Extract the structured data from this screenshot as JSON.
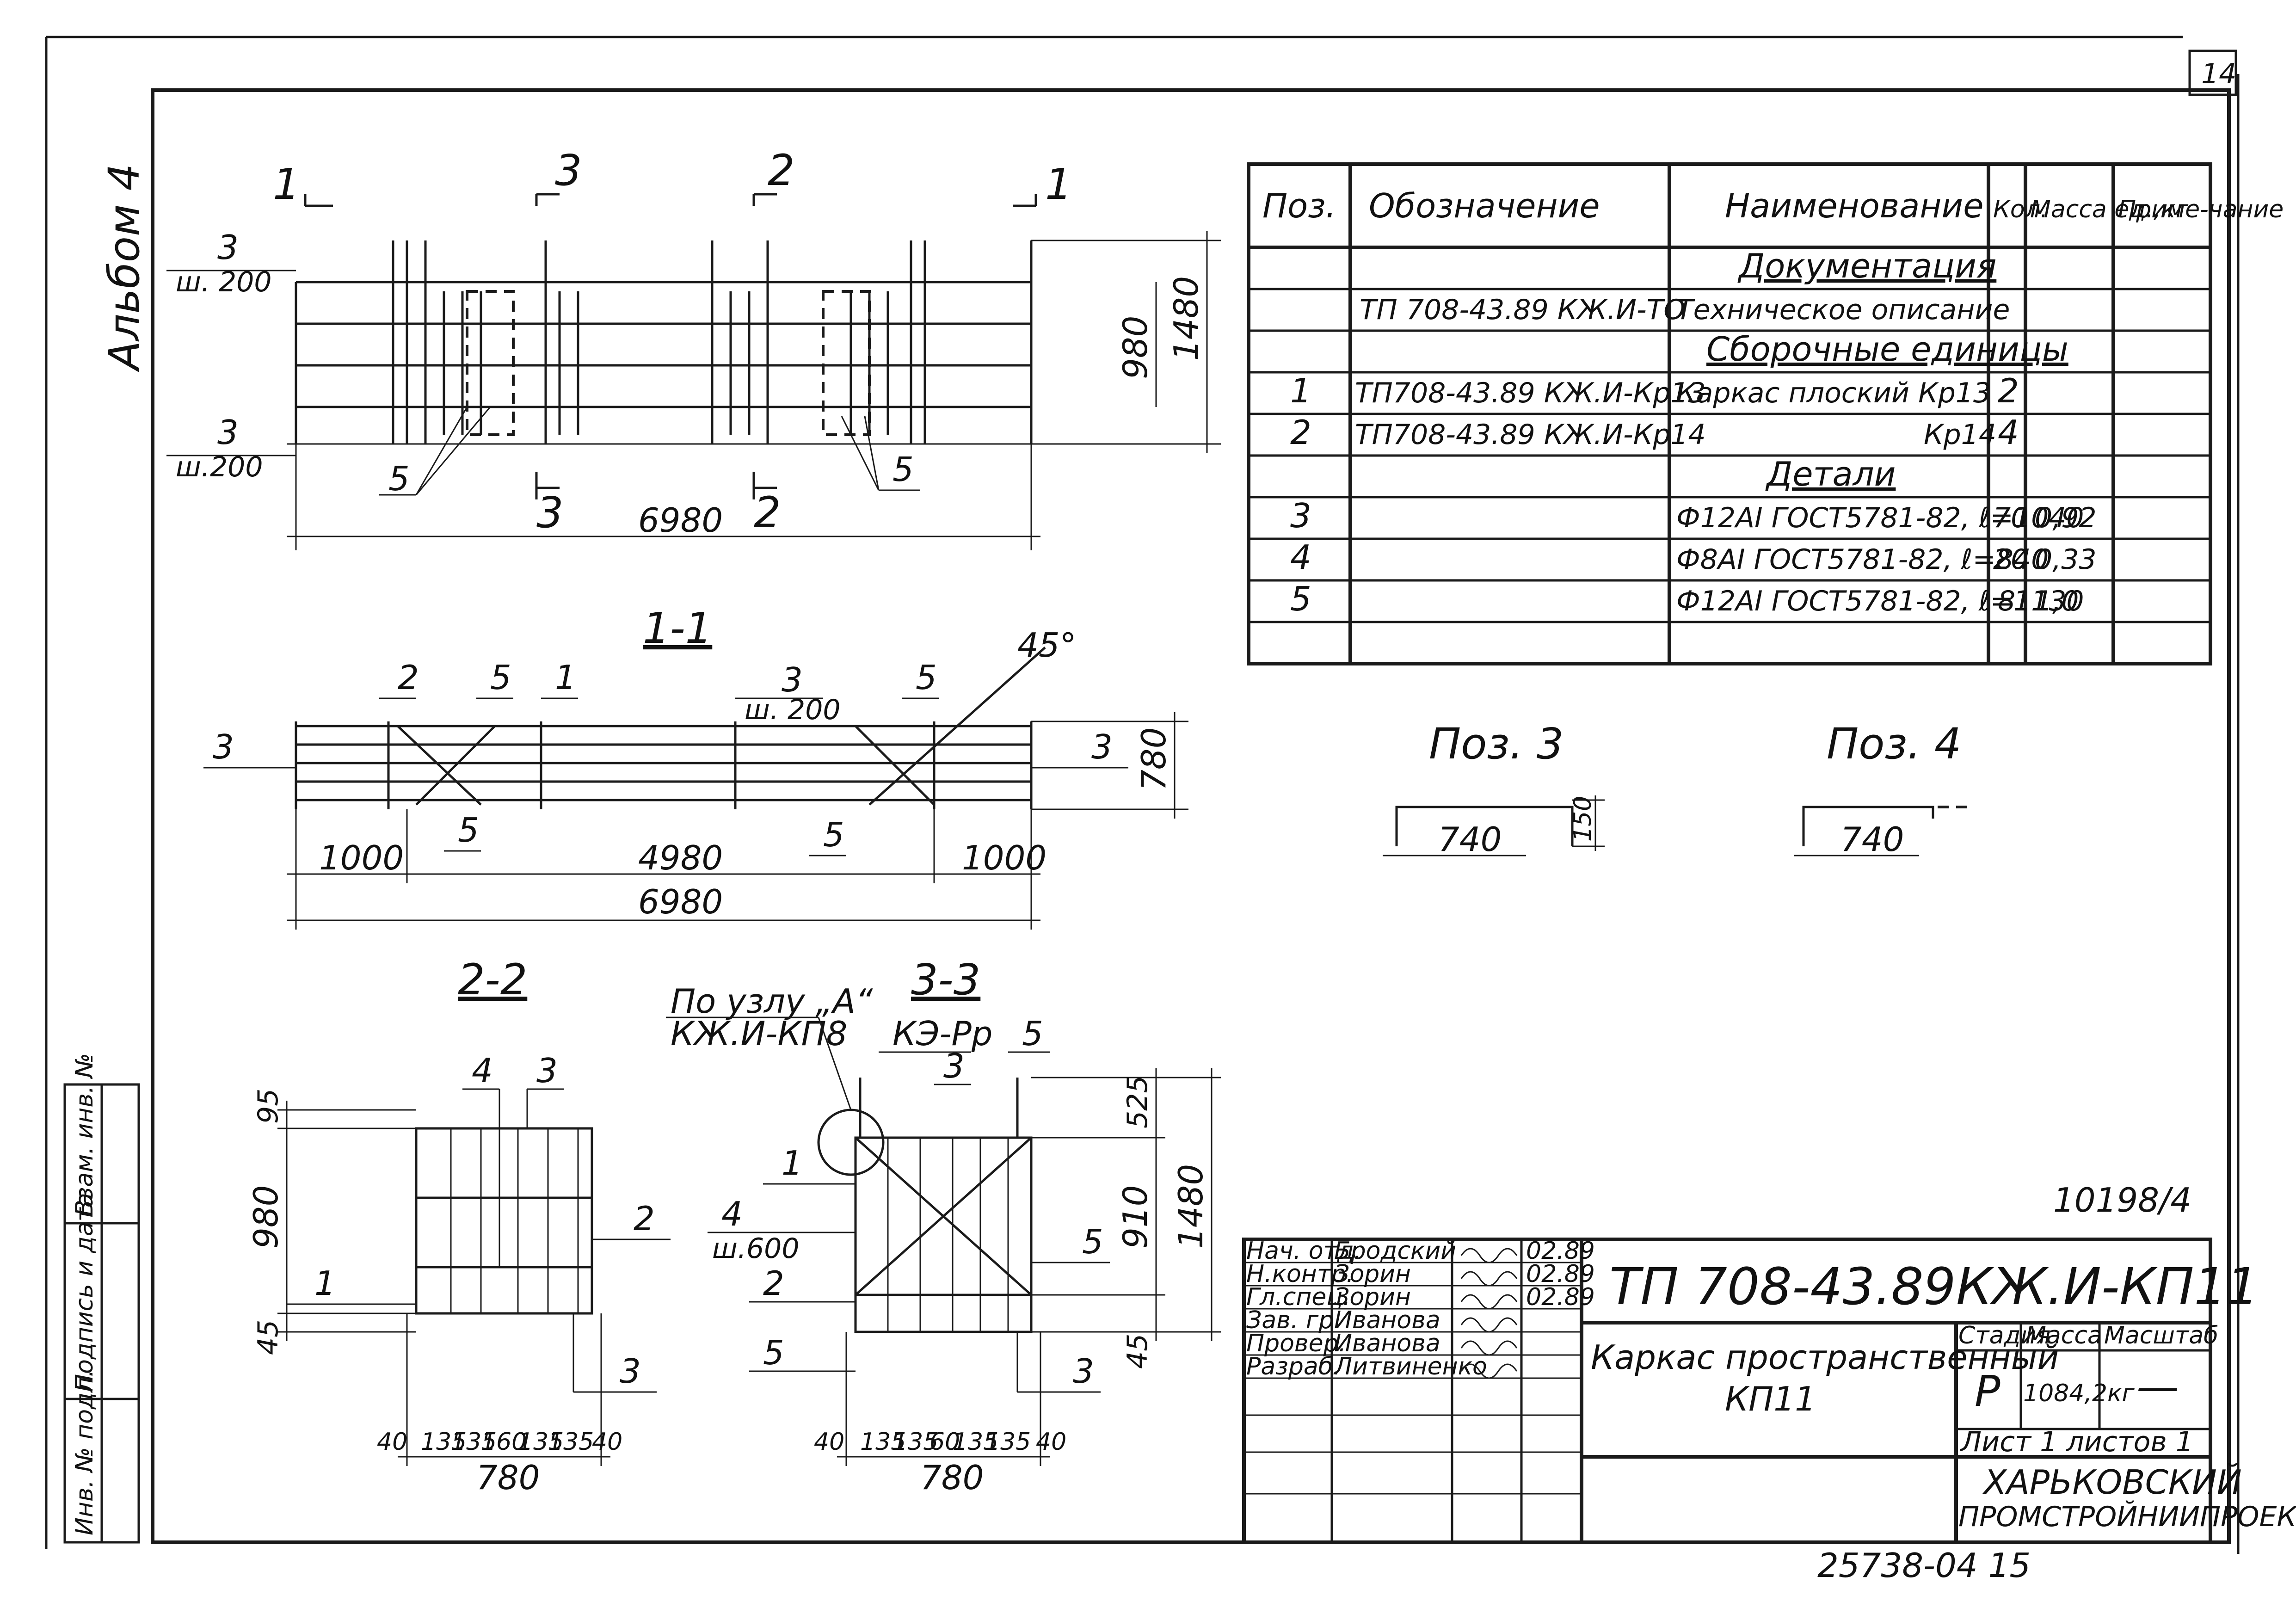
{
  "sheet_number": "14",
  "album": "Альбом 4",
  "plan": {
    "section_marks": [
      "1",
      "3",
      "2",
      "1"
    ],
    "bottom_section_marks": [
      "3",
      "2"
    ],
    "dims": {
      "width": "6980",
      "height_inner": "980",
      "height_outer": "1480"
    },
    "callouts": [
      "3",
      "ш. 200",
      "3",
      "ш.200",
      "5",
      "5"
    ]
  },
  "section_1_1": {
    "title": "1-1",
    "angle": "45°",
    "callouts": [
      "2",
      "5",
      "1",
      "3",
      "ш. 200",
      "5",
      "3",
      "3",
      "5",
      "5"
    ],
    "dims": {
      "left": "1000",
      "middle": "4980",
      "right": "1000",
      "total": "6980",
      "height": "780"
    }
  },
  "section_2_2": {
    "title": "2-2",
    "callouts": [
      "4",
      "3",
      "2",
      "1",
      "3"
    ],
    "dims": {
      "top": "95",
      "height": "980",
      "bottom": "45",
      "width": "780"
    },
    "spacing": [
      "40",
      "135",
      "135",
      "160",
      "135",
      "135",
      "40"
    ]
  },
  "section_3_3": {
    "title": "3-3",
    "node_ref": [
      "По узлу „А“",
      "КЖ.И-КП8"
    ],
    "callouts": [
      "КЭ-Рр",
      "3",
      "5",
      "1",
      "4",
      "ш.600",
      "5",
      "2",
      "5",
      "3"
    ],
    "dims": {
      "top": "525",
      "middle": "910",
      "bottom": "45",
      "overall": "1480",
      "width": "780"
    },
    "spacing": [
      "40",
      "135",
      "135",
      "60",
      "135",
      "135",
      "40"
    ]
  },
  "spec_table": {
    "headers": [
      "Поз.",
      "Обозначение",
      "Наименование",
      "Кол.",
      "Масса ед.,кг",
      "Приме-чание"
    ],
    "rows": [
      [
        "",
        "",
        "Документация",
        "",
        "",
        ""
      ],
      [
        "",
        "ТП 708-43.89      КЖ.И-ТО",
        "Техническое описание",
        "",
        "",
        ""
      ],
      [
        "",
        "",
        "Сборочные единицы",
        "",
        "",
        ""
      ],
      [
        "1",
        "ТП708-43.89 КЖ.И-Кр13",
        "Каркас плоский Кр13",
        "2",
        "",
        ""
      ],
      [
        "2",
        "ТП708-43.89 КЖ.И-Кр14",
        "Кр14",
        "4",
        "",
        ""
      ],
      [
        "",
        "",
        "Детали",
        "",
        "",
        ""
      ],
      [
        "3",
        "",
        "Ф12АI ГОСТ5781-82, ℓ=1040",
        "70",
        "0,92",
        ""
      ],
      [
        "4",
        "",
        "Ф8АI ГОСТ5781-82, ℓ=840",
        "20",
        "0,33",
        ""
      ],
      [
        "5",
        "",
        "Ф12АI ГОСТ5781-82, ℓ=1130",
        "8",
        "1,0",
        ""
      ],
      [
        "",
        "",
        "",
        "",
        "",
        ""
      ]
    ]
  },
  "pos3": {
    "title": "Поз. 3",
    "length": "740",
    "height": "150"
  },
  "pos4": {
    "title": "Поз. 4",
    "length": "740"
  },
  "note_number": "10198/4",
  "side_stamp": [
    "Инв. № подл.",
    "Подпись и дата",
    "Взам. инв. №"
  ],
  "title_block": {
    "people": [
      [
        "Нач. отд.",
        "Бродский",
        "02.89"
      ],
      [
        "Н.контр.",
        "Зорин",
        "02.89"
      ],
      [
        "Гл.спец.",
        "Зорин",
        "02.89"
      ],
      [
        "Зав. гр.",
        "Иванова",
        ""
      ],
      [
        "Провер.",
        "Иванова",
        ""
      ],
      [
        "Разраб.",
        "Литвиненко",
        ""
      ]
    ],
    "code": "ТП    708-43.89",
    "doc": "КЖ.И-КП11",
    "name_line1": "Каркас пространственный",
    "name_line2": "КП11",
    "stage_label": "Стадия",
    "mass_label": "Масса",
    "scale_label": "Масштаб",
    "stage": "Р",
    "mass": "1084,2кг",
    "scale": "—",
    "sheet": "Лист   1 листов 1",
    "org_line1": "ХАРЬКОВСКИЙ",
    "org_line2": "ПРОМСТРОЙНИИПРОЕКТ"
  },
  "bottom_code": "25738-04  15"
}
